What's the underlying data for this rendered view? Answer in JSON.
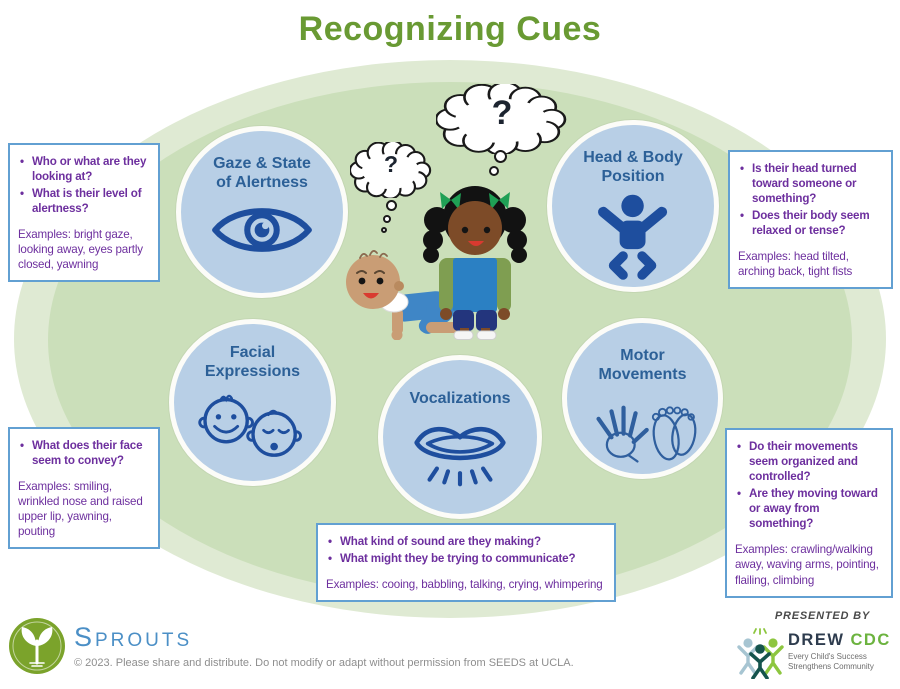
{
  "title": "Recognizing Cues",
  "categories": [
    {
      "name": "gaze-alertness",
      "icon": "eye-icon",
      "lines": [
        "Gaze & State",
        "of Alertness"
      ]
    },
    {
      "name": "head-body-position",
      "icon": "baby-body-icon",
      "lines": [
        "Head & Body",
        "Position"
      ]
    },
    {
      "name": "facial-expressions",
      "icon": "baby-faces-icon",
      "lines": [
        "Facial",
        "Expressions"
      ]
    },
    {
      "name": "vocalizations",
      "icon": "lips-icon",
      "lines": [
        "Vocalizations"
      ]
    },
    {
      "name": "motor-movements",
      "icon": "hand-foot-icon",
      "lines": [
        "Motor",
        "Movements"
      ]
    }
  ],
  "callouts": [
    {
      "bullets": [
        "Who or what are they looking at?",
        "What is their level of alertness?"
      ],
      "examples": "Examples: bright gaze, looking away, eyes partly closed, yawning"
    },
    {
      "bullets": [
        "Is their head turned toward someone or something?",
        "Does their body seem relaxed or tense?"
      ],
      "examples": "Examples: head tilted, arching back, tight fists"
    },
    {
      "bullets": [
        "What does their face seem to convey?"
      ],
      "examples": "Examples: smiling, wrinkled nose and raised upper lip, yawning, pouting"
    },
    {
      "bullets": [
        "What kind of sound are they making?",
        "What might they be trying to communicate?"
      ],
      "examples": "Examples: cooing, babbling, talking, crying, whimpering"
    },
    {
      "bullets": [
        "Do their movements seem organized and controlled?",
        "Are they moving toward or away from something?"
      ],
      "examples": "Examples: crawling/walking away, waving arms, pointing, flailing, climbing"
    }
  ],
  "center": {
    "large_question": "?",
    "small_question": "?"
  },
  "footer": {
    "sprouts_name": "Sprouts",
    "copyright": "© 2023. Please share and distribute. Do not modify or adapt without permission from SEEDS at UCLA.",
    "presented_by": "PRESENTED BY",
    "drew": "DREW",
    "cdc": "CDC",
    "tagline1": "Every Child's Success",
    "tagline2": "Strengthens Community"
  },
  "colors": {
    "title_green": "#699a33",
    "ellipse_outer": "#dfead3",
    "ellipse_inner": "#cbdfba",
    "circle_fill": "#b8cfe6",
    "circle_text": "#2c6097",
    "icon_blue": "#1e4e9e",
    "bullet_purple": "#6d2f9e",
    "box_border": "#62a0d2",
    "sprouts_green": "#7ba32b",
    "sprouts_blue": "#4b8fc6",
    "drew_green": "#6cb33f",
    "drew_dark": "#2e3c4e"
  }
}
